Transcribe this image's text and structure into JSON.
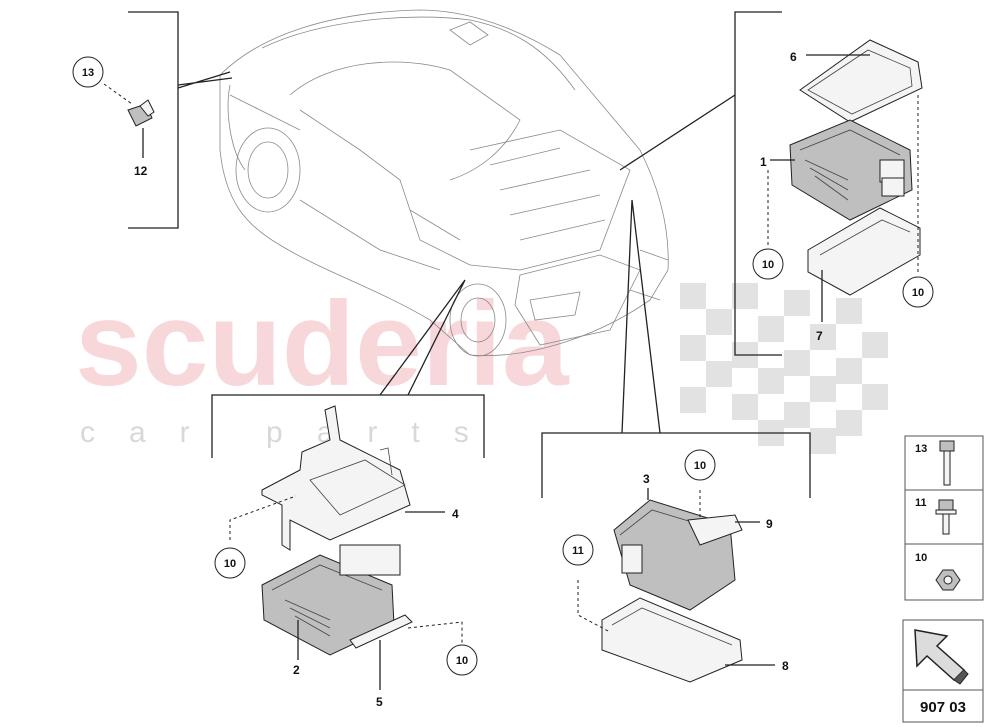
{
  "watermark": {
    "main": "scuderia",
    "sub": "car parts"
  },
  "diagram_code": "907 03",
  "callouts": [
    "1",
    "2",
    "3",
    "4",
    "5",
    "6",
    "7",
    "8",
    "9",
    "10",
    "11",
    "12",
    "13"
  ],
  "circled_refs": [
    "13",
    "10",
    "10",
    "10",
    "10",
    "10",
    "11"
  ],
  "legend": [
    {
      "num": "13",
      "icon": "long-bolt-icon"
    },
    {
      "num": "11",
      "icon": "flange-bolt-icon"
    },
    {
      "num": "10",
      "icon": "nut-icon"
    }
  ]
}
